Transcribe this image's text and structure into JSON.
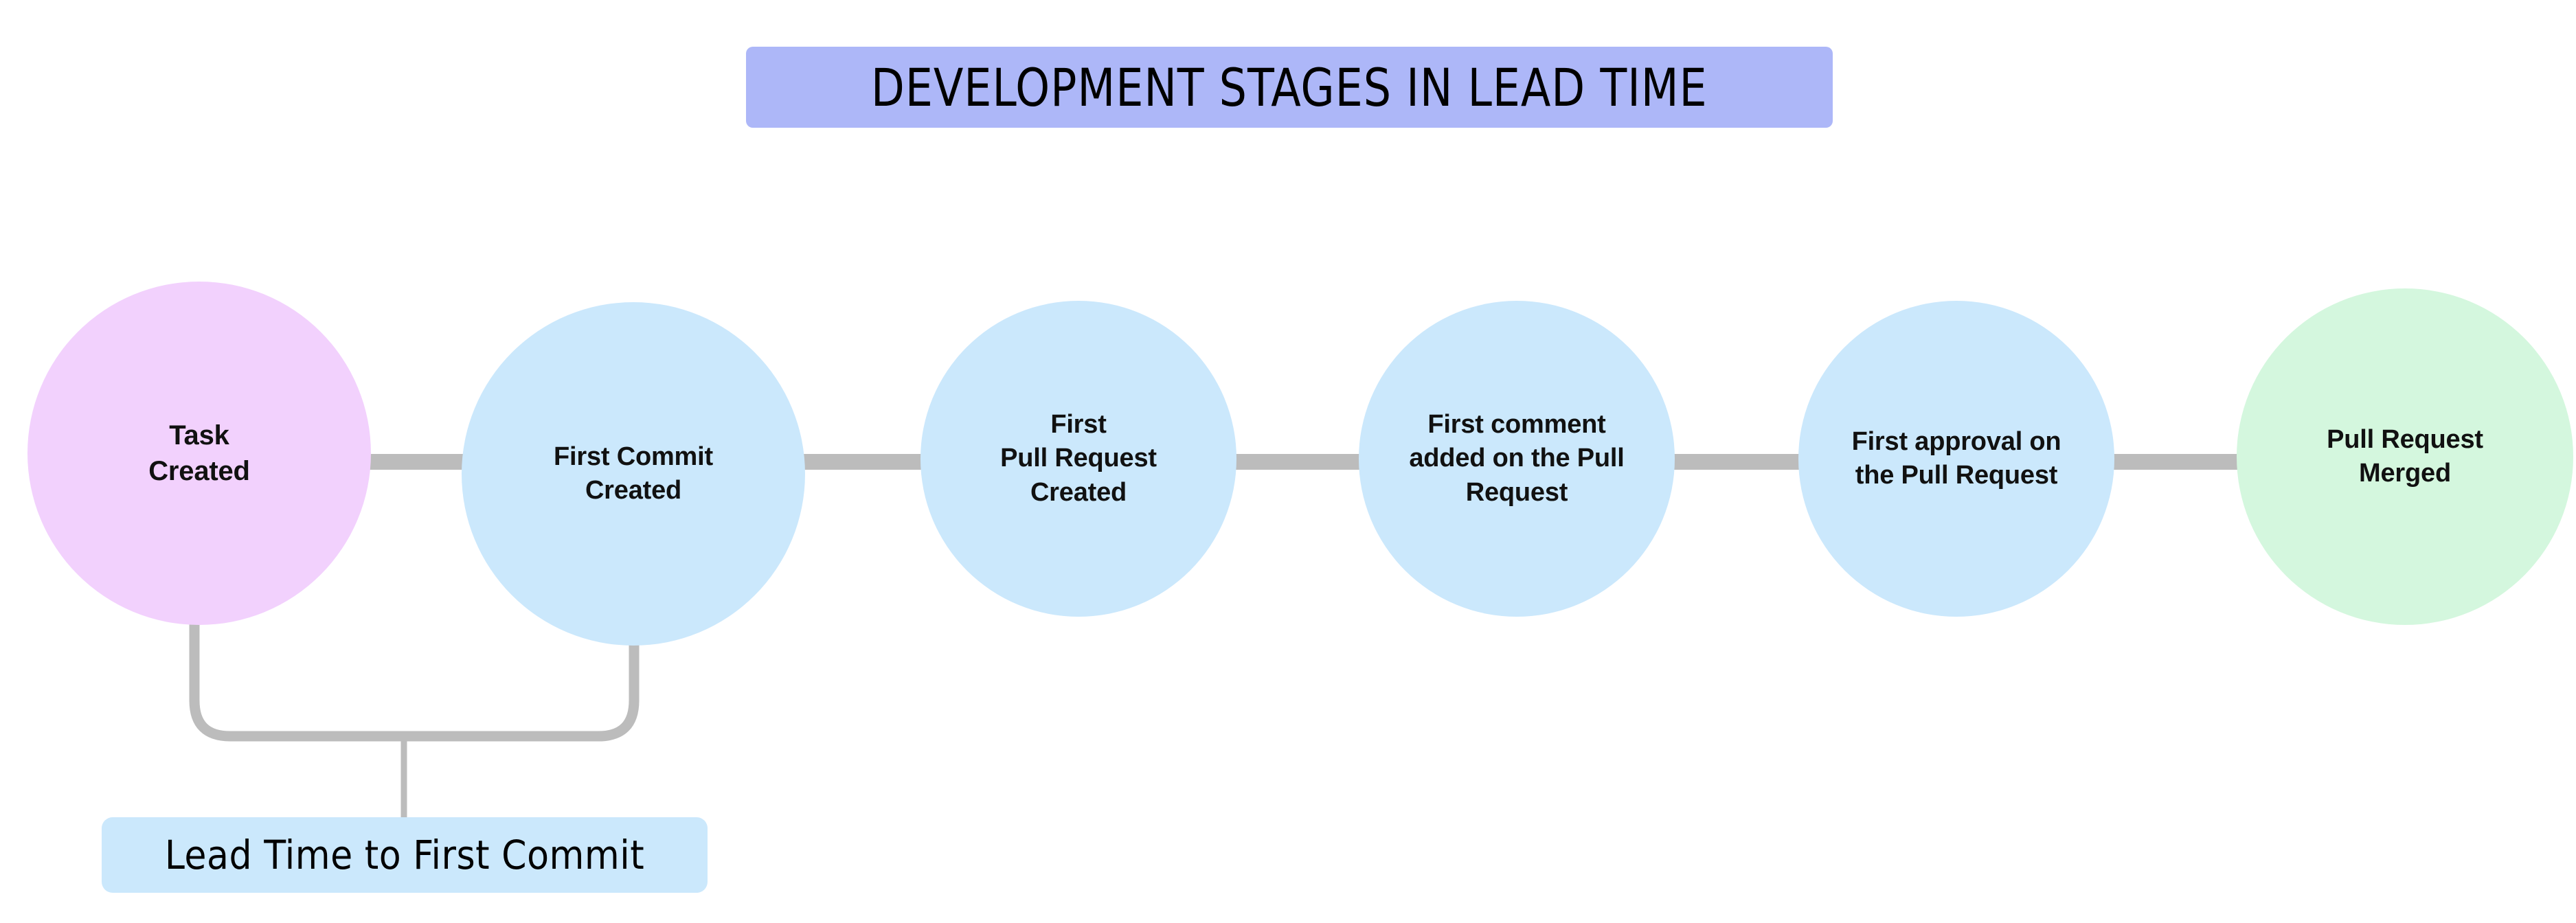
{
  "title": {
    "text": "DEVELOPMENT STAGES IN LEAD TIME",
    "background_color": "#adb7f8"
  },
  "colors": {
    "start_stage": "#f2d1fd",
    "middle_stage": "#cbe8fc",
    "end_stage": "#d4f7de",
    "connector": "#bcbcbc",
    "annotation_box": "#cbe8fc",
    "text": "#111111",
    "canvas": "#ffffff"
  },
  "stages": [
    {
      "id": "task-created",
      "label": "Task\nCreated",
      "color_role": "start_stage",
      "font_size": 40
    },
    {
      "id": "first-commit-created",
      "label": "First Commit\nCreated",
      "color_role": "middle_stage",
      "font_size": 38
    },
    {
      "id": "first-pull-request-created",
      "label": "First\nPull Request\nCreated",
      "color_role": "middle_stage",
      "font_size": 38
    },
    {
      "id": "first-comment-on-pr",
      "label": "First comment\nadded on the Pull\nRequest",
      "color_role": "middle_stage",
      "font_size": 38
    },
    {
      "id": "first-approval-on-pr",
      "label": "First approval on\nthe Pull Request",
      "color_role": "middle_stage",
      "font_size": 38
    },
    {
      "id": "pull-request-merged",
      "label": "Pull Request\nMerged",
      "color_role": "end_stage",
      "font_size": 38
    }
  ],
  "annotation": {
    "id": "lead-time-to-first-commit",
    "label": "Lead Time to First Commit",
    "spans_from_stage": "task-created",
    "spans_to_stage": "first-commit-created"
  }
}
